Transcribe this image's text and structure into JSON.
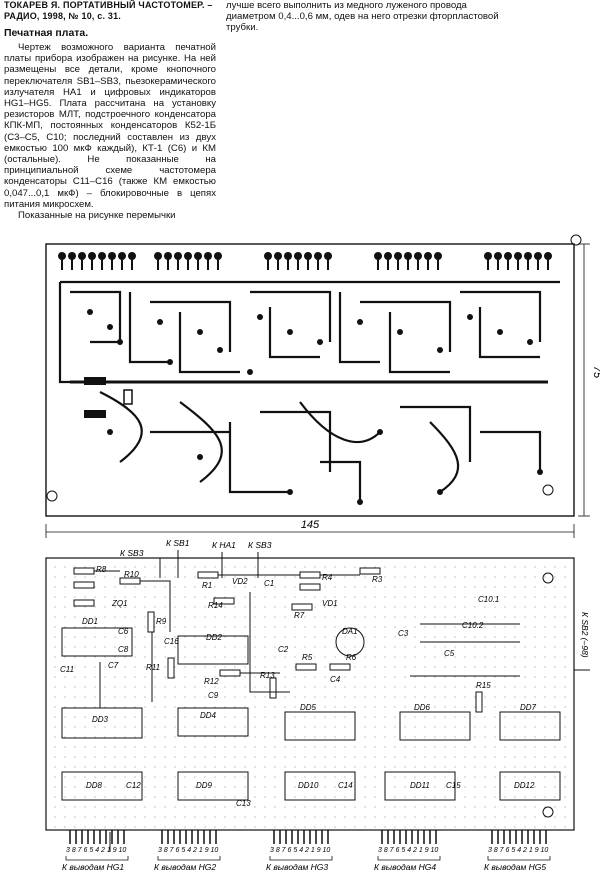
{
  "citation": "ТОКАРЕВ Я. ПОРТАТИВНЫЙ ЧАСТОТОМЕР. – РАДИО, 1998, № 10, с. 31.",
  "section_title": "Печатная плата.",
  "paragraph_1": "Чертеж возможного варианта печатной платы прибора изображен на рисунке. На ней размещены все детали, кроме кнопочного переключателя SB1–SB3, пьезокерамического излучателя HA1 и цифровых индикаторов HG1–HG5. Плата рассчитана на установку резисторов МЛТ, подстроечного конденсатора КПК-МП, постоянных конденсаторов К52-1Б (С3–С5, С10; последний составлен из двух емкостью 100 мкФ каждый), КТ-1 (С6) и КМ (остальные). Не показанные на принципиальной схеме частотомера конденсаторы С11–С16 (также КМ емкостью 0,047...0,1 мкФ) – блокировочные в цепях питания микросхем.",
  "paragraph_2": "Показанные на рисунке перемычки",
  "right_column_text": "лучше всего выполнить из медного луженого провода диаметром 0,4...0,6 мм, одев на него отрезки фторпластовой трубки.",
  "board": {
    "dim_width": "145",
    "dim_height": "75"
  },
  "labels": {
    "k_sb3": "К SB3",
    "k_sb1": "К SB1",
    "k_ha1": "К HA1",
    "k_sb3b": "К SB3",
    "k_sb2": "К SB2 (–98)",
    "hg1": "К выводам HG1",
    "hg2": "К выводам HG2",
    "hg3": "К выводам HG3",
    "hg4": "К выводам HG4",
    "hg5": "К выводам HG5",
    "pins": "3 8 7 6 5 4 2 1 9 10",
    "r8": "R8",
    "r10": "R10",
    "r9": "R9",
    "r1": "R1",
    "r4": "R4",
    "r3": "R3",
    "r7": "R7",
    "r14": "R14",
    "r11": "R11",
    "r12": "R12",
    "r13": "R13",
    "r5": "R5",
    "r6": "R6",
    "r15": "R15",
    "c1": "C1",
    "c2": "C2",
    "c3": "C3",
    "c4": "C4",
    "c5": "C5",
    "c6": "C6",
    "c7": "C7",
    "c8": "C8",
    "c9": "C9",
    "c11": "C11",
    "c12": "C12",
    "c13": "C13",
    "c14": "C14",
    "c15": "C15",
    "c16": "C16",
    "c10_1": "C10.1",
    "c10_2": "C10.2",
    "vd1": "VD1",
    "vd2": "VD2",
    "zq1": "ZQ1",
    "da1": "DA1",
    "dd1": "DD1",
    "dd2": "DD2",
    "dd3": "DD3",
    "dd4": "DD4",
    "dd5": "DD5",
    "dd6": "DD6",
    "dd7": "DD7",
    "dd8": "DD8",
    "dd9": "DD9",
    "dd10": "DD10",
    "dd11": "DD11",
    "dd12": "DD12"
  }
}
